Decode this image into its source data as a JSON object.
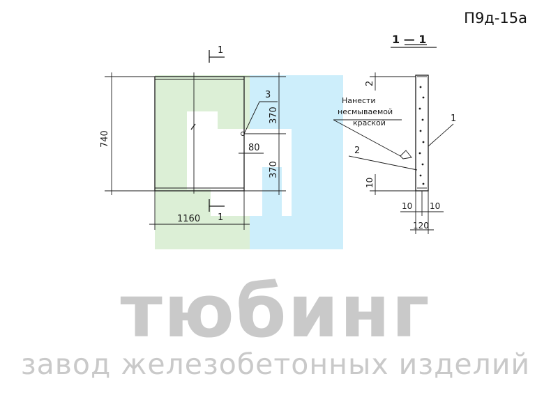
{
  "sheet": {
    "code": "П9д-15а"
  },
  "section": {
    "label": "1 — 1"
  },
  "front_view": {
    "cut_mark_top": "1",
    "cut_mark_bottom": "1",
    "height_dim": "740",
    "width_dim": "1160",
    "upper_half_dim": "370",
    "lower_half_dim": "370",
    "offset_dim": "80",
    "callout": "3"
  },
  "side_view": {
    "note_line1": "Нанести",
    "note_line2": "несмываемой",
    "note_line3": "краской",
    "callout_1": "1",
    "callout_2": "2",
    "top_dim": "2",
    "bottom_dim": "10",
    "left_thickness": "10",
    "right_thickness": "10",
    "total_thickness": "120"
  },
  "brand": {
    "name": "тюбинг",
    "tagline": "завод железобетонных изделий"
  },
  "colors": {
    "green_block": "#dcefd6",
    "blue_block": "#cdeefb",
    "brand_gray": "#c9c9c9"
  }
}
